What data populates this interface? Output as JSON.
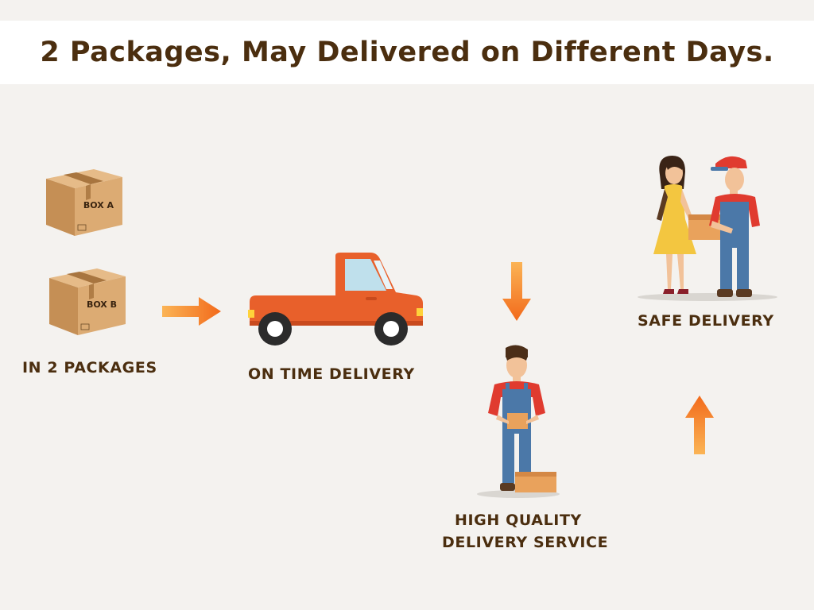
{
  "title": "2 Packages, May Delivered on Different Days.",
  "boxes": [
    {
      "label": "BOX A"
    },
    {
      "label": "BOX B"
    }
  ],
  "steps": [
    {
      "label": "IN 2 PACKAGES"
    },
    {
      "label": "ON TIME DELIVERY"
    },
    {
      "label_line1": "HIGH QUALITY",
      "label_line2": "DELIVERY SERVICE"
    },
    {
      "label": "SAFE DELIVERY"
    }
  ],
  "colors": {
    "background": "#f4f2ef",
    "title_text": "#4b2e0f",
    "arrow": "#f7841f",
    "truck": "#e8602b",
    "box": "#d9a871"
  },
  "icons": [
    "cardboard-box-icon",
    "arrow-right-icon",
    "pickup-truck-icon",
    "arrow-down-icon",
    "courier-man-icon",
    "arrow-up-icon",
    "handover-icon"
  ]
}
